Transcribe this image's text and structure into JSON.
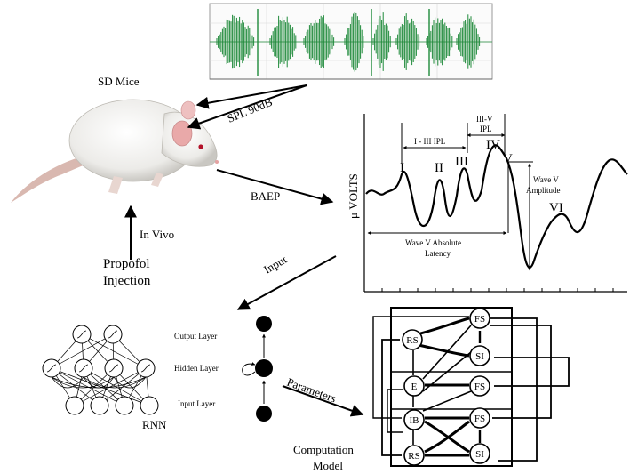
{
  "mouse_label": "SD Mice",
  "stimulus_label": "SPL 90dB",
  "in_vivo_label": "In Vivo",
  "injection_label_1": "Propofol",
  "injection_label_2": "Injection",
  "baep_label": "BAEP",
  "input_label": "Input",
  "parameters_label": "Parameters",
  "rnn_label": "RNN",
  "model_label_1": "Computation",
  "model_label_2": "Model",
  "layers": {
    "output": "Output Layer",
    "hidden": "Hidden Layer",
    "input": "Input Layer"
  },
  "baep": {
    "ylabel": "μ VOLTS",
    "waves": [
      "I",
      "II",
      "III",
      "IV",
      "V",
      "VI"
    ],
    "i_iii_ipl": "I - III IPL",
    "iii_v_ipl_1": "III-V",
    "iii_v_ipl_2": "IPL",
    "amplitude_1": "Wave V",
    "amplitude_2": "Amplitude",
    "latency_1": "Wave V Absolute",
    "latency_2": "Latency"
  },
  "cells": {
    "rs_top": "RS",
    "fs_top": "FS",
    "si_top": "SI",
    "e": "E",
    "fs_mid": "FS",
    "ib": "IB",
    "fs_low": "FS",
    "rs_bot": "RS",
    "si_bot": "SI"
  },
  "colors": {
    "waveform": "#1f8a3a",
    "mouse_body": "#f2f2f0",
    "ear": "#e9a9a9"
  }
}
